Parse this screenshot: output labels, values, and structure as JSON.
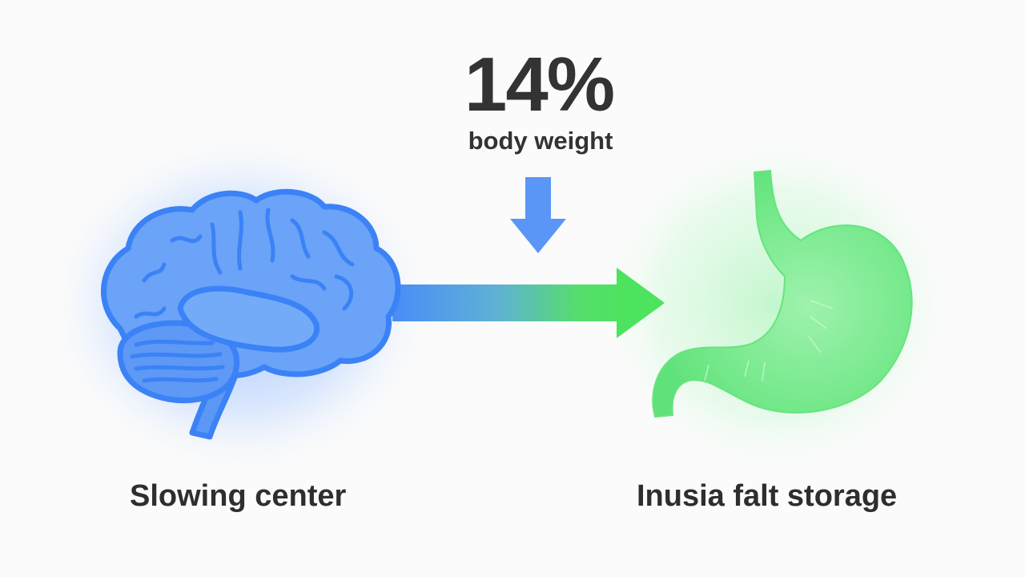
{
  "stat": {
    "value": "14%",
    "label": "body weight"
  },
  "flow": {
    "source": {
      "icon": "brain-icon",
      "caption": "Slowing center",
      "color": "#4a8cf7"
    },
    "target": {
      "icon": "stomach-icon",
      "caption": "Inusia falt storage",
      "color": "#5fe27a"
    },
    "connector": {
      "icon": "arrow-right-icon",
      "gradient_from": "#4a8cf7",
      "gradient_to": "#4de35e"
    },
    "indicator": {
      "icon": "arrow-down-icon",
      "color": "#5a96f6"
    }
  },
  "colors": {
    "background": "#fbfbfb",
    "text": "#333333"
  }
}
